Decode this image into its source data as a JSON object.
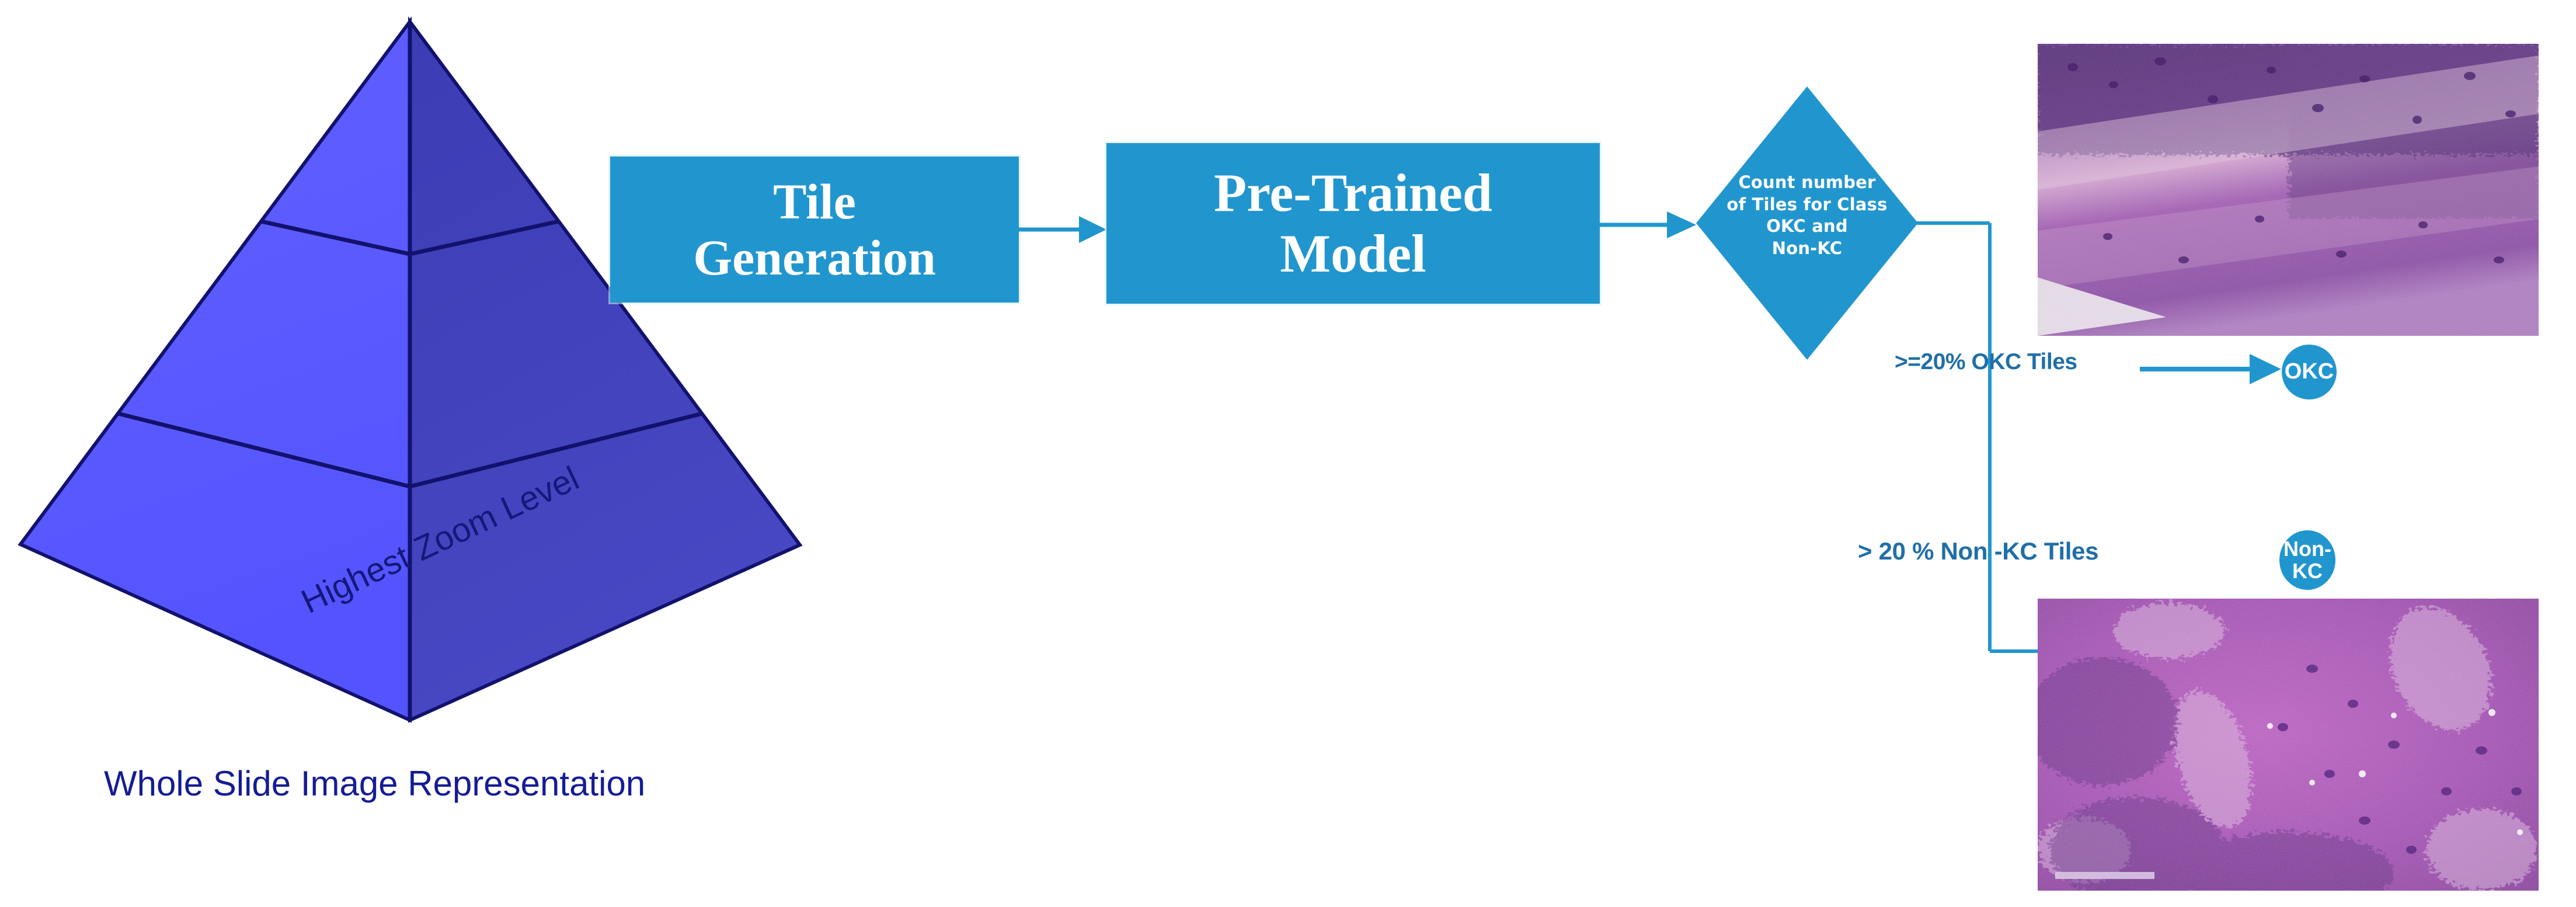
{
  "diagram": {
    "title": "Whole Slide Image classification pipeline",
    "accent_blue": "#2196CE",
    "label_blue": "#1F6FA8",
    "pyramid_outline": "#14197A",
    "pyramid_light_face": "#5B5BFF",
    "pyramid_dark_face": "#4040BF"
  },
  "pyramid": {
    "caption": "Whole Slide Image Representation",
    "zoom_label": "Highest Zoom Level",
    "levels": 3
  },
  "process": {
    "tile_generation": "Tile\nGeneration",
    "tile_generation_line1": "Tile",
    "tile_generation_line2": "Generation",
    "pretrained_model": "Pre-Trained\nModel",
    "pretrained_model_line1": "Pre-Trained",
    "pretrained_model_line2": "Model"
  },
  "decision": {
    "text": "Count number\nof Tiles for Class\nOKC and\nNon-KC"
  },
  "branches": [
    {
      "label": ">=20% OKC Tiles",
      "result": "OKC"
    },
    {
      "label": "> 20 % Non -KC Tiles",
      "result": "Non-\nKC"
    }
  ],
  "results": {
    "okc": "OKC",
    "non_kc": "Non-\nKC"
  },
  "images": {
    "top": "histology-tile-okc",
    "bottom": "histology-tile-non-kc"
  },
  "icons": {
    "arrow_right": "arrow-right-icon",
    "elbow_connector": "elbow-connector-icon"
  }
}
